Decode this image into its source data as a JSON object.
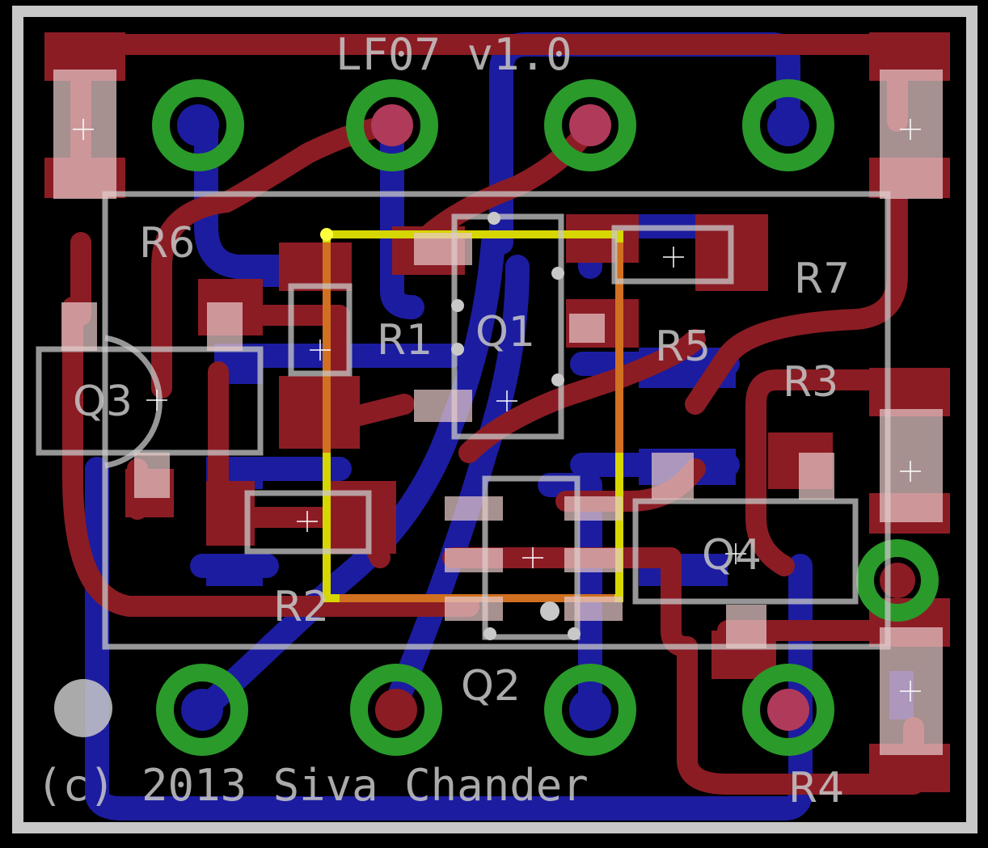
{
  "board": {
    "version_label": "LF07 v1.0",
    "copyright_label": "(c) 2013 Siva Chander"
  },
  "components": {
    "r1": "R1",
    "r2": "R2",
    "r3": "R3",
    "r4": "R4",
    "r5": "R5",
    "r6": "R6",
    "r7": "R7",
    "q1": "Q1",
    "q2": "Q2",
    "q3": "Q3",
    "q4": "Q4"
  },
  "colors": {
    "outline": "#c8c8c8",
    "top_copper": "#8b1c24",
    "bottom_copper": "#1c1ca0",
    "via": "#2a9a2a",
    "silkscreen": "#c8c8c8",
    "pad": "#e6c8c8",
    "package": "#d6d600"
  }
}
